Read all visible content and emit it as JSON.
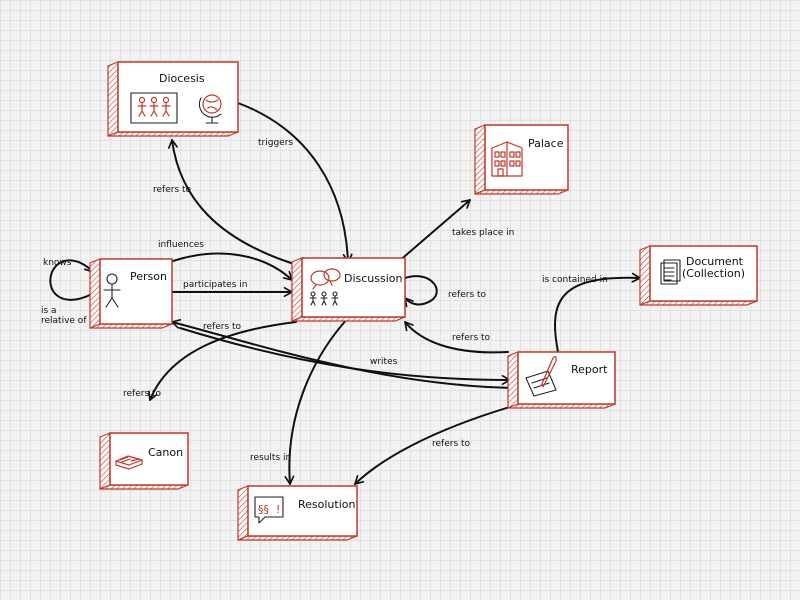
{
  "nodes": {
    "diocesis": "Diocesis",
    "palace": "Palace",
    "person": "Person",
    "discussion": "Discussion",
    "document_l1": "Document",
    "document_l2": "(Collection)",
    "report": "Report",
    "canon": "Canon",
    "resolution": "Resolution"
  },
  "edges": {
    "triggers": "triggers",
    "refers_to_diocesis": "refers to",
    "takes_place_in": "takes place in",
    "influences": "influences",
    "knows": "knows",
    "participates_in": "participates in",
    "refers_to_self": "refers to",
    "is_contained_in": "is contained in",
    "relative_l1": "is a",
    "relative_l2": "relative of",
    "refers_to_person": "refers to",
    "refers_to_report_discussion": "refers to",
    "writes": "writes",
    "refers_to_canon": "refers to",
    "results_in": "results in",
    "refers_to_resolution": "refers to"
  },
  "icons": {
    "diocesis": [
      "people-board-icon",
      "globe-icon"
    ],
    "palace": "building-icon",
    "person": "stick-figure-icon",
    "discussion": "speech-bubbles-group-icon",
    "document": "document-stack-icon",
    "report": "paper-quill-icon",
    "canon": "open-book-icon",
    "resolution": "paragraph-alert-icon"
  },
  "colors": {
    "node_accent": "#c0392b",
    "edge": "#111111",
    "background": "#f3f3f3"
  }
}
